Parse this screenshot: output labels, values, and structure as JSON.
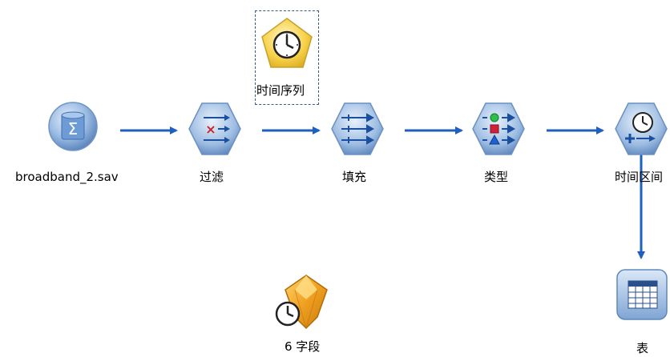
{
  "canvas": {
    "nodes": {
      "source": {
        "label": "broadband_2.sav",
        "icon": "database-sum-icon"
      },
      "filter": {
        "label": "过滤",
        "icon": "filter-icon"
      },
      "fill": {
        "label": "填充",
        "icon": "fill-icon"
      },
      "type": {
        "label": "类型",
        "icon": "type-icon"
      },
      "interval": {
        "label": "时间区间",
        "icon": "clock-plus-icon"
      },
      "timeseries": {
        "label": "时间序列",
        "icon": "clock-pentagon-icon",
        "selected": true
      },
      "table": {
        "label": "表",
        "icon": "table-icon"
      },
      "model": {
        "label": "6 字段",
        "icon": "gem-clock-icon"
      }
    },
    "colors": {
      "arrow": "#1f5fbf",
      "node_blue": "#8fb3dd",
      "node_blue_dark": "#5a84bb",
      "model_gold": "#f0a020",
      "timeseries_yellow": "#f7d24a"
    }
  }
}
